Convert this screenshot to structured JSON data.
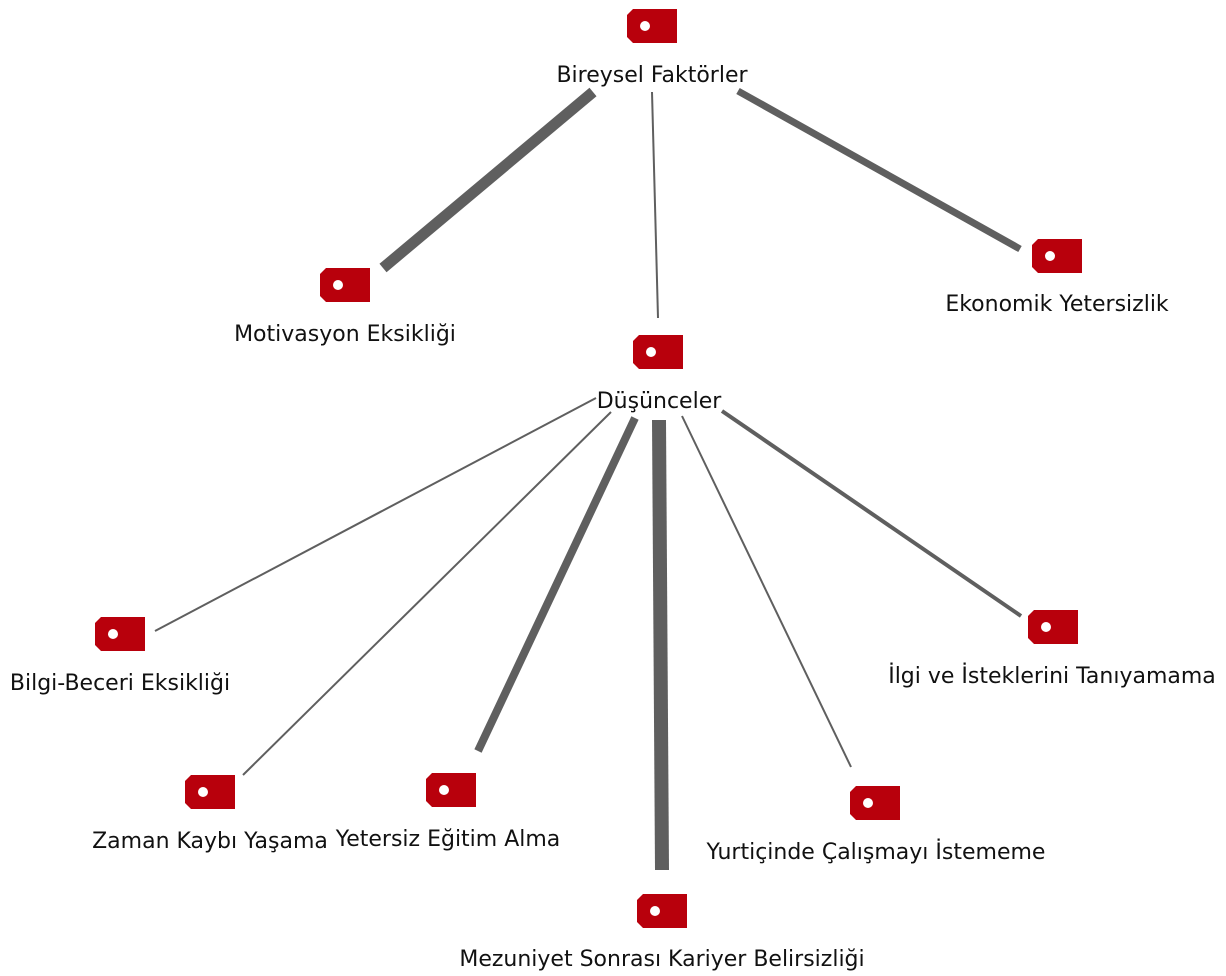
{
  "colors": {
    "tag": "#b8000c",
    "edge": "#5f5f5f",
    "text": "#111111",
    "background": "#ffffff"
  },
  "icon": "tag-icon",
  "nodes": {
    "bireysel": "Bireysel Faktörler",
    "motivasyon": "Motivasyon Eksikliği",
    "ekonomik": "Ekonomik Yetersizlik",
    "dusunceler": "Düşünceler",
    "bilgi": "Bilgi-Beceri Eksikliği",
    "zaman": "Zaman Kaybı Yaşama",
    "yetersiz_egitim": "Yetersiz Eğitim Alma",
    "mezuniyet": "Mezuniyet Sonrası Kariyer Belirsizliği",
    "yurtici": "Yurtiçinde Çalışmayı İstememe",
    "ilgi": "İlgi ve İsteklerini Tanıyamama"
  }
}
